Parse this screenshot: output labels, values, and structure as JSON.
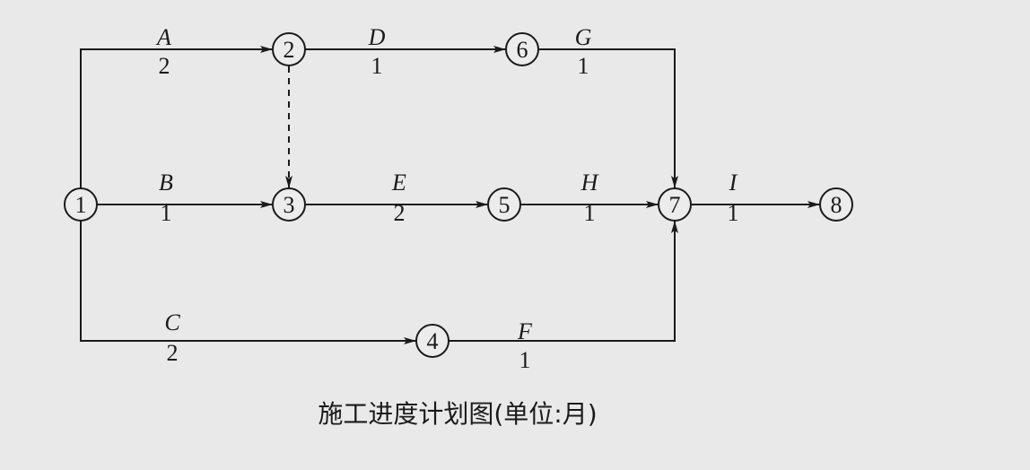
{
  "nodes": [
    {
      "id": "1"
    },
    {
      "id": "2"
    },
    {
      "id": "3"
    },
    {
      "id": "4"
    },
    {
      "id": "5"
    },
    {
      "id": "6"
    },
    {
      "id": "7"
    },
    {
      "id": "8"
    }
  ],
  "activities": [
    {
      "name": "A",
      "duration": "2",
      "from": "1",
      "to": "2"
    },
    {
      "name": "D",
      "duration": "1",
      "from": "2",
      "to": "6"
    },
    {
      "name": "G",
      "duration": "1",
      "from": "6",
      "to": "7"
    },
    {
      "name": "B",
      "duration": "1",
      "from": "1",
      "to": "3"
    },
    {
      "name": "E",
      "duration": "2",
      "from": "3",
      "to": "5"
    },
    {
      "name": "H",
      "duration": "1",
      "from": "5",
      "to": "7"
    },
    {
      "name": "I",
      "duration": "1",
      "from": "7",
      "to": "8"
    },
    {
      "name": "C",
      "duration": "2",
      "from": "1",
      "to": "4"
    },
    {
      "name": "F",
      "duration": "1",
      "from": "4",
      "to": "7"
    }
  ],
  "dummy": {
    "from": "2",
    "to": "3"
  },
  "caption": "施工进度计划图(单位:月)"
}
